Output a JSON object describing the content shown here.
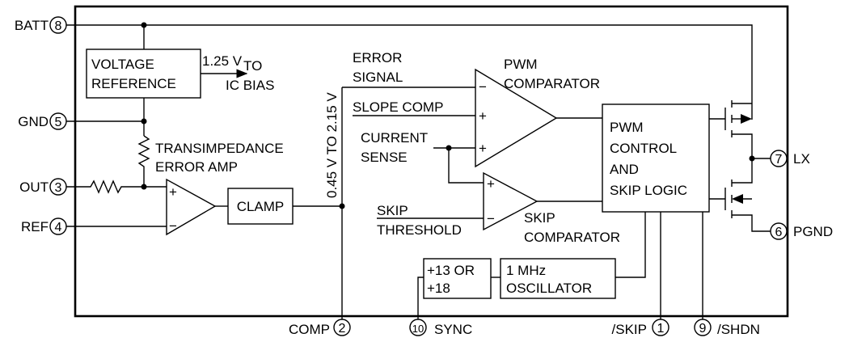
{
  "pins": {
    "batt": {
      "label": "BATT",
      "num": "8"
    },
    "gnd": {
      "label": "GND",
      "num": "5"
    },
    "out": {
      "label": "OUT",
      "num": "3"
    },
    "ref": {
      "label": "REF",
      "num": "4"
    },
    "lx": {
      "label": "LX",
      "num": "7"
    },
    "pgnd": {
      "label": "PGND",
      "num": "6"
    },
    "comp": {
      "label": "COMP",
      "num": "2"
    },
    "sync": {
      "label": "SYNC",
      "num": "10"
    },
    "skip": {
      "label": "/SKIP",
      "num": "1"
    },
    "shdn": {
      "label": "/SHDN",
      "num": "9"
    }
  },
  "blocks": {
    "vref": [
      "VOLTAGE",
      "REFERENCE"
    ],
    "clamp": "CLAMP",
    "pwm_logic": [
      "PWM",
      "CONTROL",
      "AND",
      "SKIP LOGIC"
    ],
    "divider": [
      "+13 OR",
      "+18"
    ],
    "oscillator": [
      "1 MHz",
      "OSCILLATOR"
    ]
  },
  "labels": {
    "vref_out": "1.25 V",
    "to": "TO",
    "ic_bias": "IC BIAS",
    "error_signal": [
      "ERROR",
      "SIGNAL"
    ],
    "pwm_comparator": [
      "PWM",
      "COMPARATOR"
    ],
    "slope_comp": "SLOPE COMP",
    "current_sense": [
      "CURRENT",
      "SENSE"
    ],
    "skip_threshold": [
      "SKIP",
      "THRESHOLD"
    ],
    "skip_comparator": [
      "SKIP",
      "COMPARATOR"
    ],
    "transimpedance": [
      "TRANSIMPEDANCE",
      "ERROR AMP"
    ],
    "voltage_range": "0.45 V TO 2.15 V",
    "plus": "+",
    "minus": "−"
  }
}
